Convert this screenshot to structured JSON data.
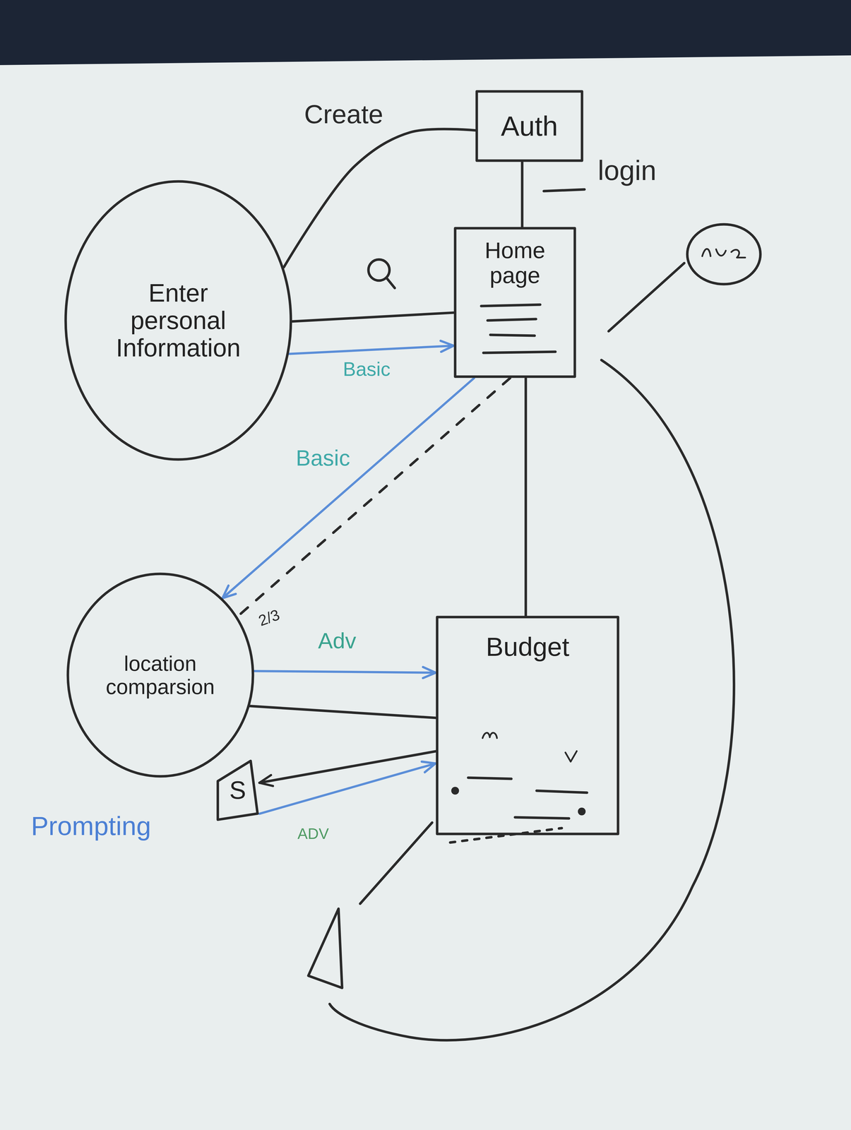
{
  "diagram": {
    "nodes": [
      {
        "text": [
          "Auth"
        ]
      },
      {
        "text": [
          "Enter personal Information"
        ]
      },
      {
        "text": [
          "Home page"
        ]
      },
      {
        "text": [
          "location comparsion"
        ]
      },
      {
        "text": [
          "Budget"
        ]
      },
      {
        "text": [
          "S"
        ]
      }
    ],
    "edges": [
      {
        "from": 0,
        "to": 1,
        "label": "Create",
        "arrow": "none"
      },
      {
        "from": 0,
        "to": 2,
        "label": "login",
        "arrow": "none"
      },
      {
        "from": 1,
        "to": 2,
        "arrow": "none"
      },
      {
        "from": 1,
        "to": 2,
        "label": "Basic",
        "arrow": "to"
      },
      {
        "from": 2,
        "to": 3,
        "label": "Basic",
        "arrow": "to"
      },
      {
        "from": 2,
        "to": 3,
        "arrow": "none"
      },
      {
        "from": 2,
        "to": 4,
        "arrow": "none"
      },
      {
        "from": 3,
        "to": 4,
        "label": "Adv",
        "arrow": "to"
      },
      {
        "from": 3,
        "to": 4,
        "arrow": "none"
      },
      {
        "from": 4,
        "to": 5,
        "arrow": "to"
      },
      {
        "from": 5,
        "to": 4,
        "label": "ADV",
        "arrow": "to"
      }
    ],
    "labels": [
      "2/3",
      "Prompting"
    ]
  }
}
